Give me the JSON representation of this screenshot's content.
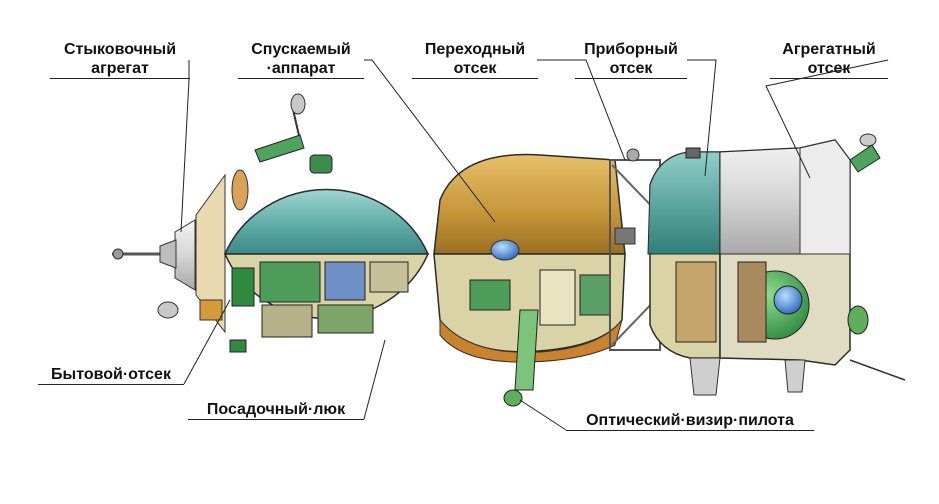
{
  "labels": {
    "docking": [
      "Стыковочный",
      "агрегат"
    ],
    "descent": [
      "Спускаемый",
      "·аппарат"
    ],
    "transfer": [
      "Переходный",
      "отсек"
    ],
    "instrument": [
      "Приборный",
      "отсек"
    ],
    "aggregate": [
      "Агрегатный",
      "отсек"
    ],
    "orbital": "Бытовой·отсек",
    "hatch": "Посадочный·люк",
    "optical": "Оптический·визир·пилота"
  },
  "colors": {
    "teal_sphere": "#6fb8b5",
    "gold_capsule": "#c9a24a",
    "interior_beige": "#d9d3a6",
    "green_equipment": "#3e9b56",
    "silver": "#d8d8d8",
    "outline": "#2a2a2a"
  }
}
